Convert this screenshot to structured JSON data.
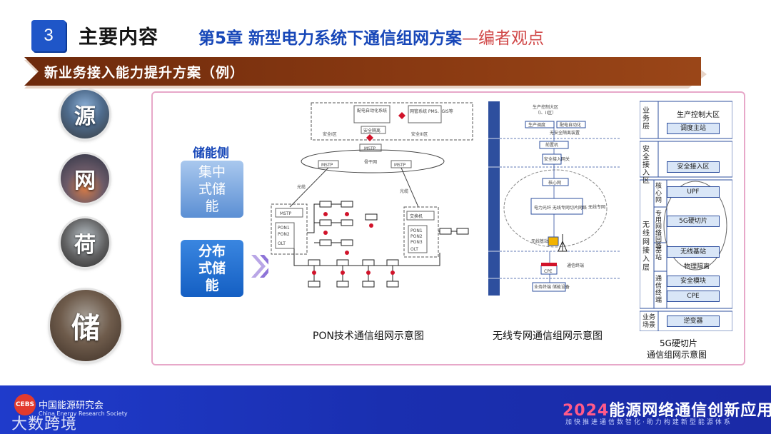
{
  "header": {
    "section_number": "3",
    "title": "主要内容",
    "chapter_main": "第5章 新型电力系统下通信组网方案",
    "chapter_sub": "—编者观点"
  },
  "banner": {
    "text": "新业务接入能力提升方案（例）"
  },
  "categories": [
    {
      "label": "源"
    },
    {
      "label": "网"
    },
    {
      "label": "荷"
    },
    {
      "label": "储"
    }
  ],
  "storage": {
    "heading": "储能侧",
    "option1": "集中式储能",
    "option2": "分布式储能"
  },
  "pon_diagram": {
    "caption": "PON技术通信组网示意图",
    "labels": {
      "zone1": "安全I区",
      "zone3": "安全III区",
      "auto": "配电自动化系统",
      "pms": "网管系统 PMS、GIS等",
      "isolator": "安全隔离",
      "mstp_top": "MSTP",
      "backbone": "骨干网",
      "mstp_left": "MSTP",
      "mstp_right": "MSTP",
      "fiber_left": "光缆",
      "fiber_right": "光缆",
      "mstp_box": "MSTP",
      "pon1": "PON1",
      "pon2": "PON2",
      "olt": "OLT",
      "switch": "交换机",
      "pon_r1": "PON1",
      "pon_r2": "PON2",
      "pon_r3": "PON3",
      "olt_r": "OLT"
    }
  },
  "wireless_diagram": {
    "caption": "无线专网通信组网示意图",
    "labels": {
      "prod_zone": "生产控制大区",
      "prod_zone_sub": "（I、II区）",
      "dispatch": "生产调度",
      "auto": "配电自动化",
      "isolation": "无安全隔离装置",
      "encryption": "前置机",
      "secure_gw": "安全接入网关",
      "core": "核心网",
      "slice": "电力光纤 无线专网切片网络",
      "wireless_net": "无线专网",
      "base": "无线基站",
      "cpe": "CPE",
      "terminal": "通信终端",
      "device": "业务终端 储能设备"
    }
  },
  "slice_diagram": {
    "caption_line1": "5G硬切片",
    "caption_line2": "通信组网示意图",
    "rows": [
      {
        "side": "业务层",
        "boxes": [
          "生产控制大区",
          "调度主站"
        ]
      },
      {
        "side": "安全接入区",
        "boxes": [
          "安全接入区"
        ]
      },
      {
        "side": "核心网",
        "boxes": [
          "UPF"
        ]
      },
      {
        "side": "专用网络回路",
        "boxes": [
          "5G硬切片"
        ]
      },
      {
        "side": "基站",
        "boxes": [
          "无线基站"
        ]
      },
      {
        "side": "通信终端",
        "boxes": [
          "安全模块",
          "CPE"
        ]
      },
      {
        "side": "业务场景",
        "boxes": [
          "逆变器"
        ]
      }
    ],
    "outer_side": "无线网接入层",
    "physical_isolation": "物理隔离"
  },
  "footer": {
    "logo_text": "CEBS",
    "org_name": "中国能源研究会",
    "org_en": "China Energy Research Society",
    "watermark": "大数跨境",
    "conf_year": "2024",
    "conf_title": "能源网络通信创新应用大会",
    "conf_sub": "加快推进通信数智化·助力构建新型能源体系"
  }
}
